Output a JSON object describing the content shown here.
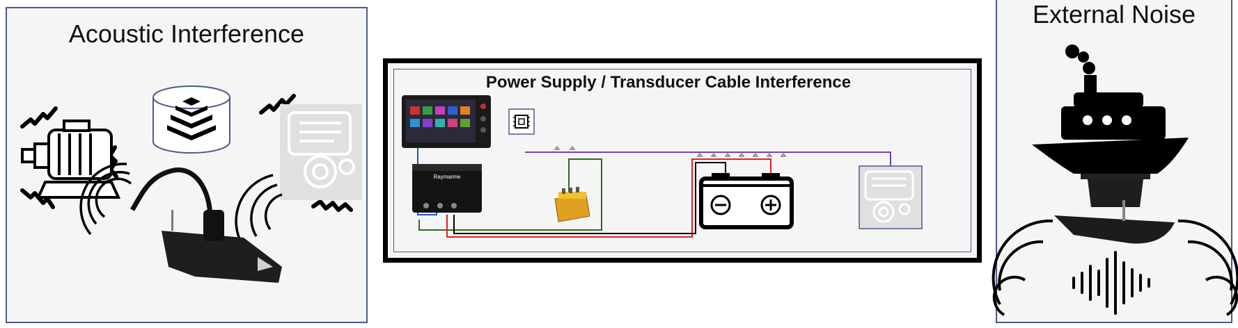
{
  "panels": {
    "acoustic": {
      "title": "Acoustic Interference"
    },
    "power": {
      "title": "Power Supply / Transducer Cable  Interference",
      "device_brand": "Raymarine"
    },
    "external": {
      "title": "External Noise"
    }
  },
  "colors": {
    "panel_border": "#4a5a8c",
    "panel_bg": "#f5f5f5",
    "wire_purple": "#7a3fb0",
    "wire_red": "#e02020",
    "wire_black": "#000000",
    "wire_green": "#2e6b1e",
    "wire_blue": "#2050c0"
  }
}
